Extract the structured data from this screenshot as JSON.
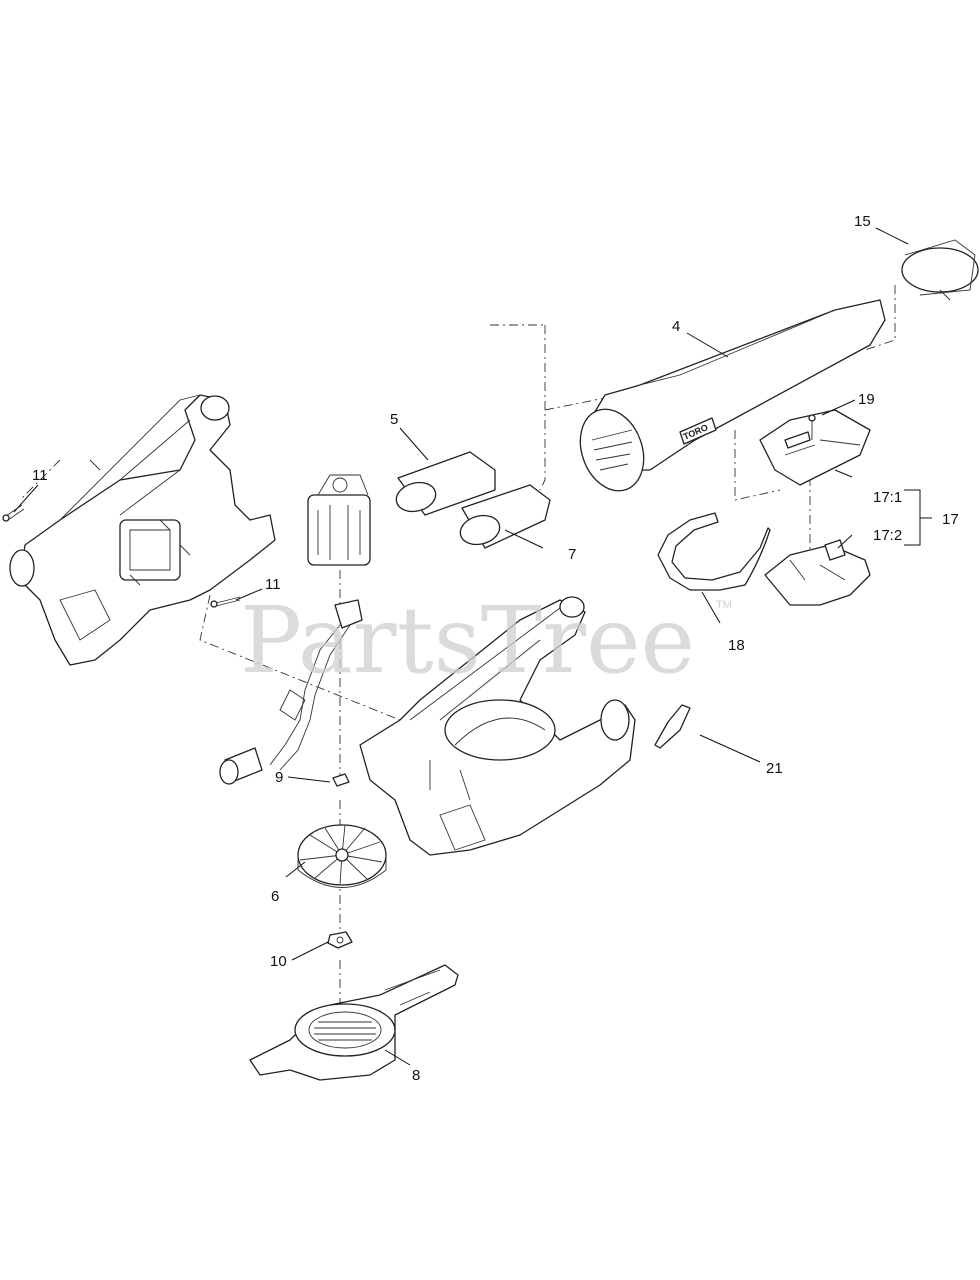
{
  "watermark": {
    "text": "PartsTree",
    "tm": "TM"
  },
  "callouts": {
    "c4": "4",
    "c5": "5",
    "c6": "6",
    "c7": "7",
    "c8": "8",
    "c9": "9",
    "c10": "10",
    "c11a": "11",
    "c11b": "11",
    "c15": "15",
    "c17": "17",
    "c17_1": "17:1",
    "c17_2": "17:2",
    "c18": "18",
    "c19": "19",
    "c21": "21"
  },
  "tube_logo": "TORO",
  "colors": {
    "line": "#222222",
    "watermark": "#cfcfcf"
  }
}
